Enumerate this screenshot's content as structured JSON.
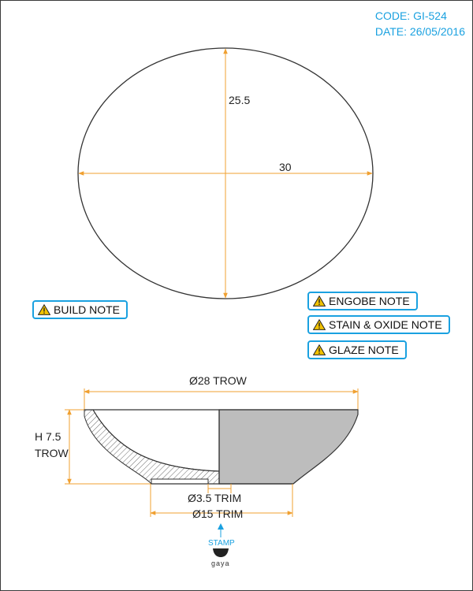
{
  "header": {
    "code": "CODE: GI-524",
    "date": "DATE: 26/05/2016"
  },
  "top_view": {
    "height_dim": "25.5",
    "width_dim": "30"
  },
  "notes": {
    "build": "BUILD NOTE",
    "engobe": "ENGOBE NOTE",
    "stain_oxide": "STAIN & OXIDE NOTE",
    "glaze": "GLAZE NOTE"
  },
  "side_view": {
    "diameter_top": "Ø28 TROW",
    "height_line1": "H 7.5",
    "height_line2": "TROW",
    "diameter_foot_inner": "Ø3.5 TRIM",
    "diameter_foot_outer": "Ø15 TRIM"
  },
  "stamp": {
    "label": "STAMP",
    "brand": "gaya"
  },
  "colors": {
    "accent": "#1aa1e0",
    "dimension": "#f0a030",
    "glaze_fill": "#bdbdbd",
    "warning": "#f2c200"
  }
}
